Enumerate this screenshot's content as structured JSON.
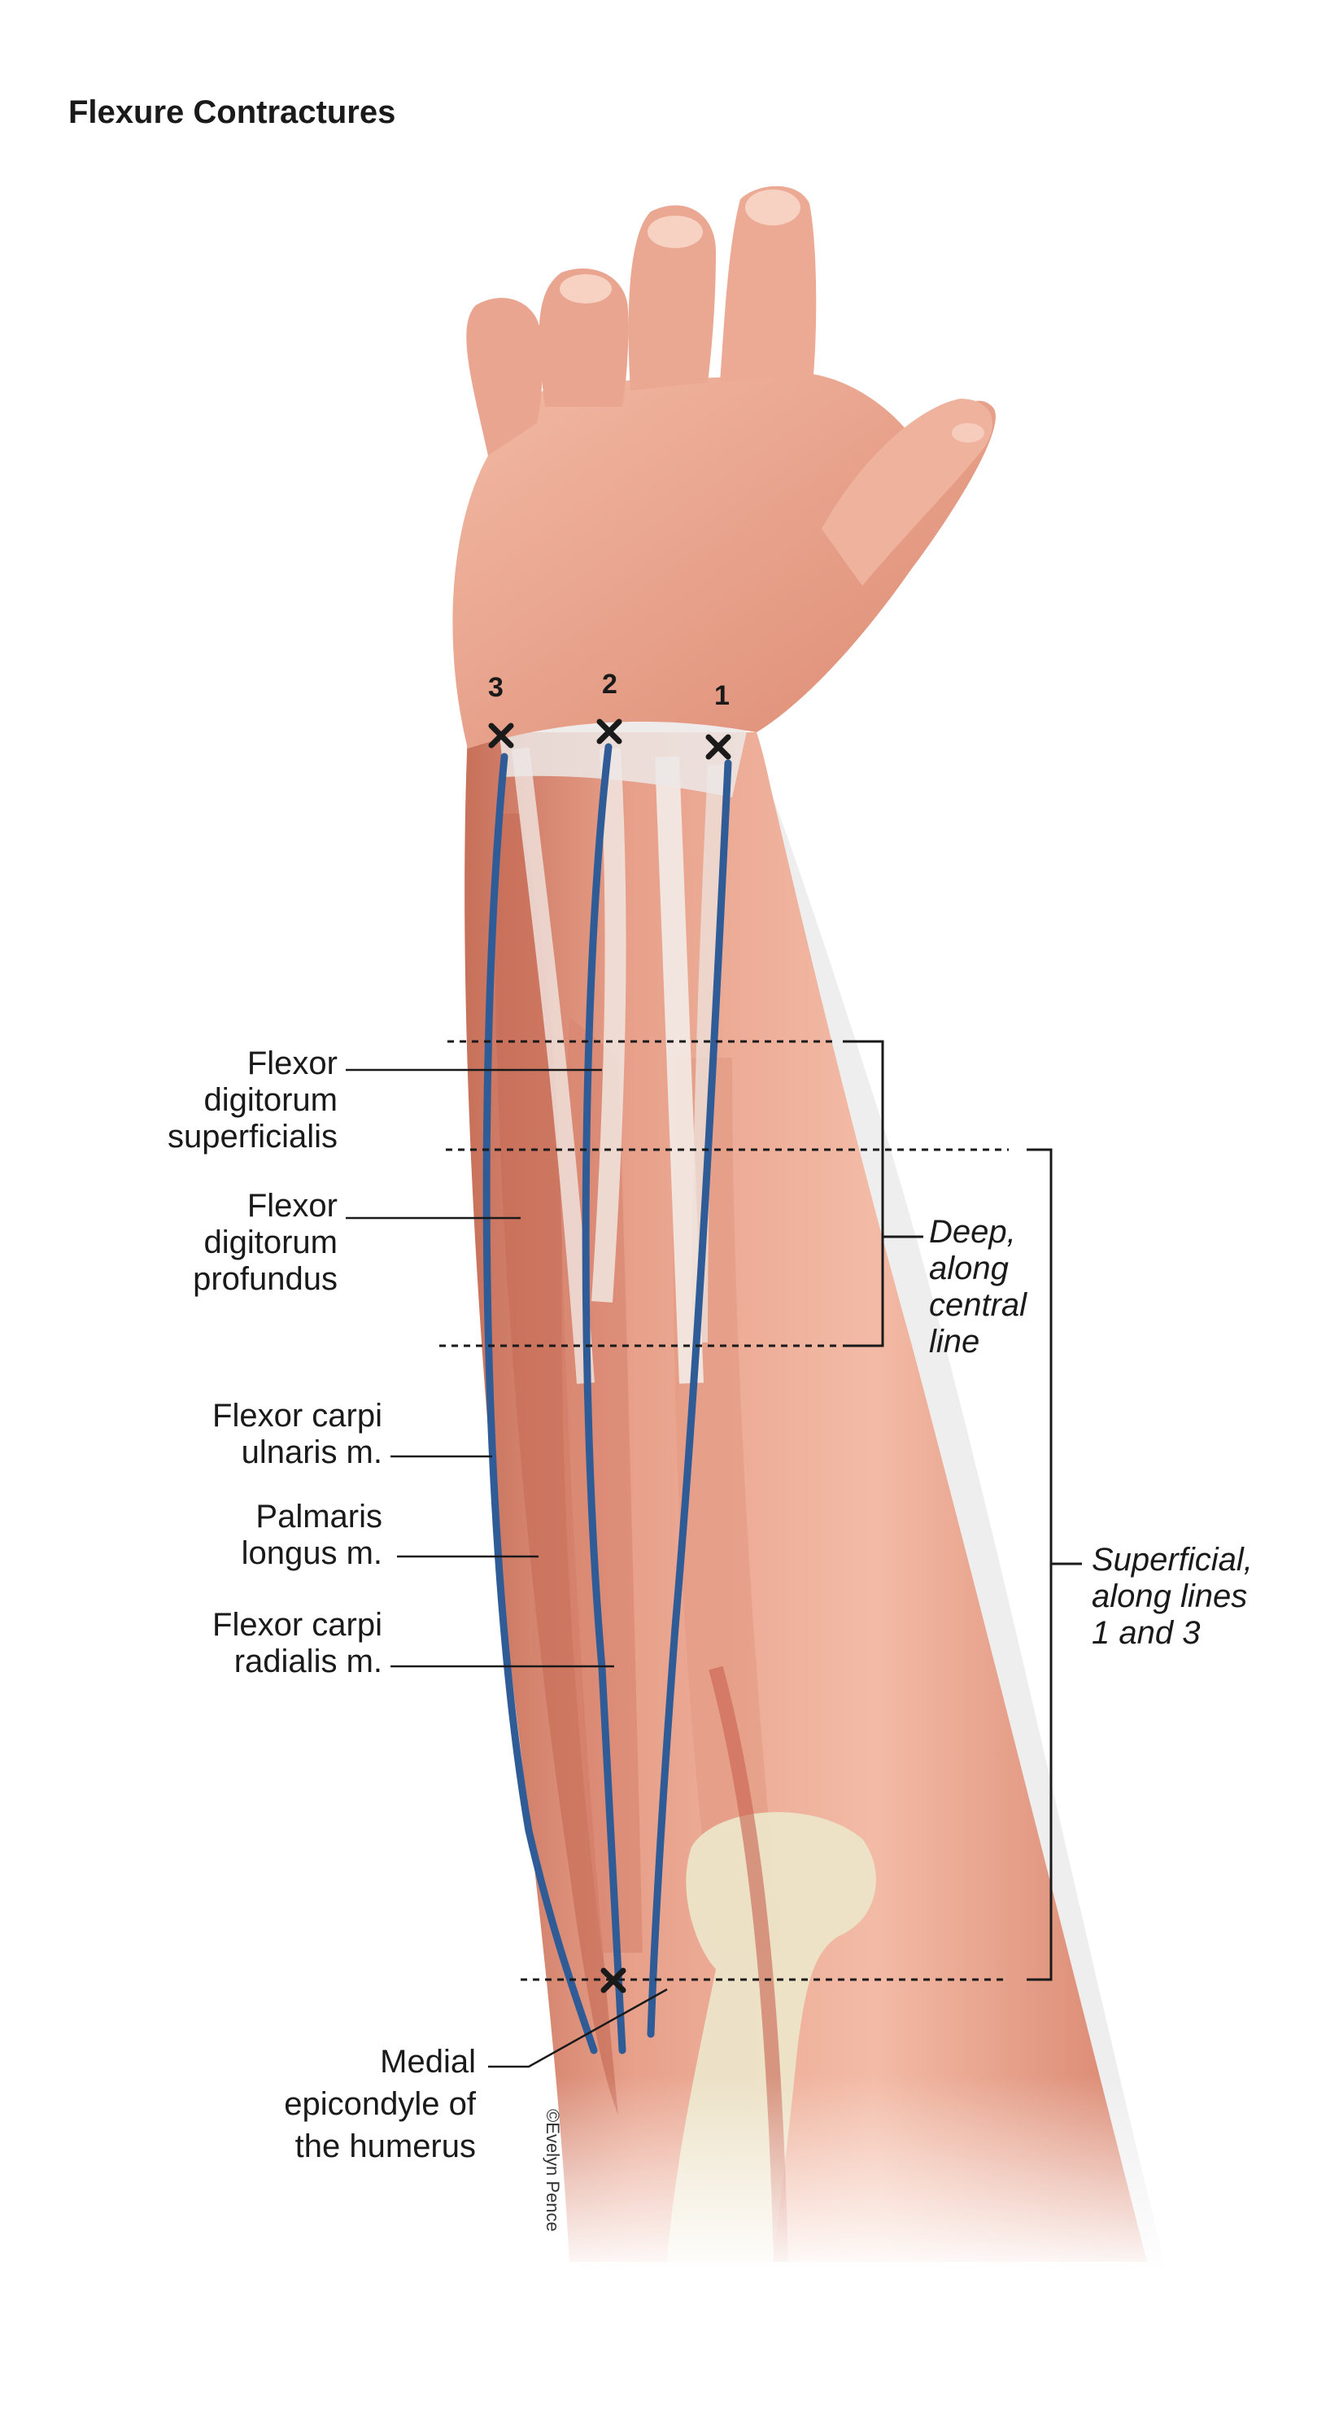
{
  "title": "Flexure Contractures",
  "line_numbers": [
    "1",
    "2",
    "3"
  ],
  "muscle_labels": [
    {
      "lines": [
        "Flexor",
        "digitorum",
        "superficialis"
      ]
    },
    {
      "lines": [
        "Flexor",
        "digitorum",
        "profundus"
      ]
    },
    {
      "lines": [
        "Flexor carpi",
        "ulnaris m."
      ]
    },
    {
      "lines": [
        "Palmaris",
        "longus m."
      ]
    },
    {
      "lines": [
        "Flexor carpi",
        "radialis m."
      ]
    }
  ],
  "landmark_label": {
    "lines": [
      "Medial",
      "epicondyle of",
      "the humerus"
    ]
  },
  "bracket_labels": {
    "deep": [
      "Deep,",
      "along",
      "central",
      "line"
    ],
    "superficial": [
      "Superficial,",
      "along lines",
      "1 and 3"
    ]
  },
  "credit": "©Evelyn Pence",
  "colors": {
    "skin": "#e9a58f",
    "skin_light": "#f6cdbd",
    "muscle": "#d98670",
    "tendon": "#efe6e2",
    "lines": "#2f5c96",
    "bone": "#ece4c8",
    "marker": "#1a1a1a"
  }
}
